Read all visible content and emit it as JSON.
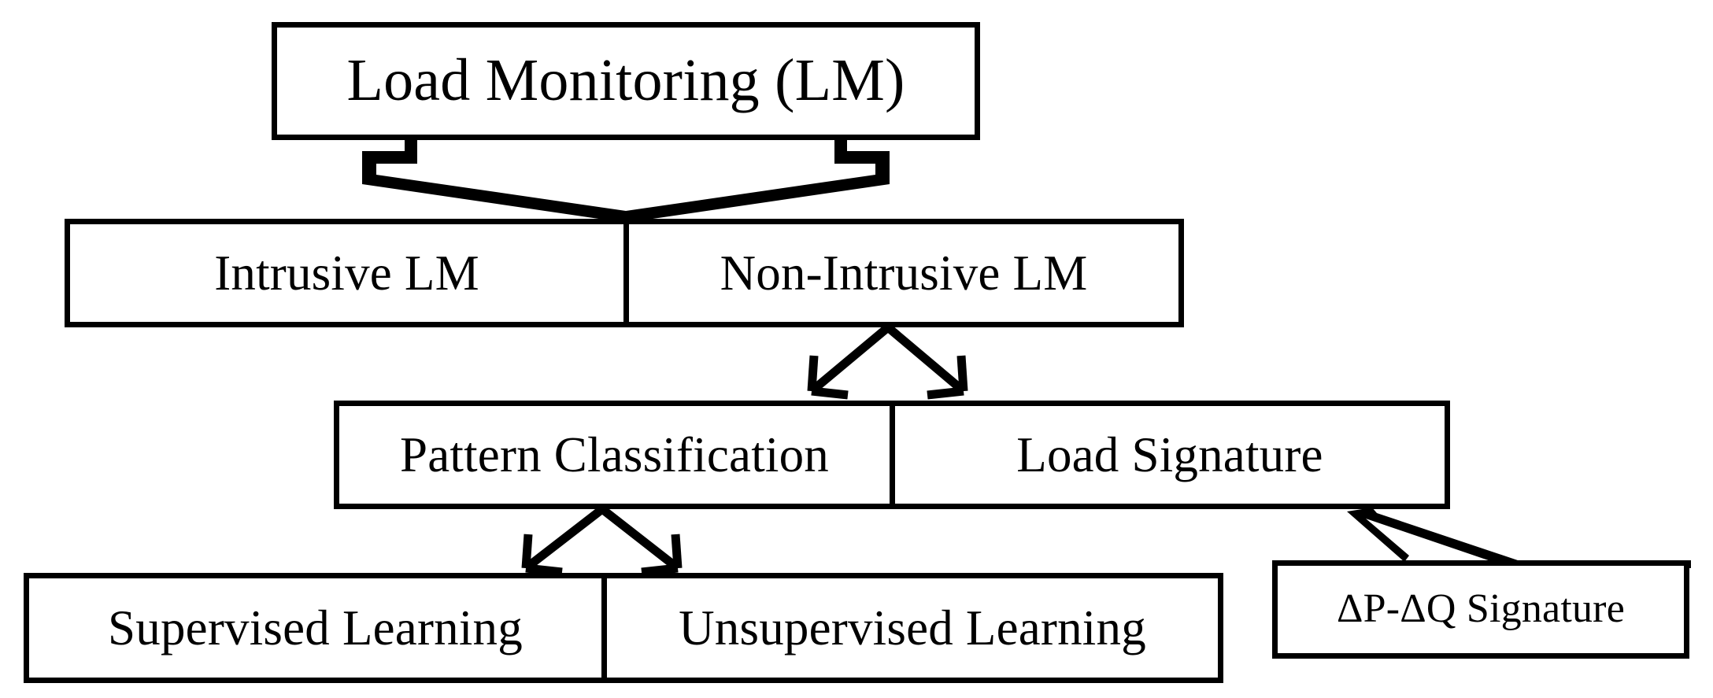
{
  "diagram": {
    "title_text": "Load Monitoring (LM)",
    "background_color": "#ffffff",
    "line_color": "#000000",
    "nodes": {
      "root": {
        "label": "Load Monitoring (LM)",
        "level": 1
      },
      "intrusive": {
        "label": "Intrusive LM",
        "level": 2
      },
      "non_intrusive": {
        "label": "Non-Intrusive LM",
        "level": 2
      },
      "pattern_classification": {
        "label": "Pattern Classification",
        "level": 3
      },
      "load_signature": {
        "label": "Load Signature",
        "level": 3
      },
      "supervised_learning": {
        "label": "Supervised Learning",
        "level": 4
      },
      "unsupervised_learning": {
        "label": "Unsupervised Learning",
        "level": 4
      },
      "dp_dq_signature": {
        "label": "ΔP-ΔQ Signature",
        "level": 4
      }
    },
    "connectors": [
      {
        "name": "root-to-level2-block-arrow",
        "from": "root",
        "to": "level-2",
        "style": "hollow-block-down-arrow"
      },
      {
        "name": "nonintrusive-to-pattern",
        "from": "non_intrusive",
        "to": "pattern_classification",
        "style": "open-arrowhead-line"
      },
      {
        "name": "nonintrusive-to-signature",
        "from": "non_intrusive",
        "to": "load_signature",
        "style": "open-arrowhead-line"
      },
      {
        "name": "pattern-to-supervised",
        "from": "pattern_classification",
        "to": "supervised_learning",
        "style": "open-arrowhead-line"
      },
      {
        "name": "pattern-to-unsupervised",
        "from": "pattern_classification",
        "to": "unsupervised_learning",
        "style": "open-arrowhead-line"
      },
      {
        "name": "signature-to-dpdq",
        "from": "load_signature",
        "to": "dp_dq_signature",
        "style": "hollow-bent-arrow"
      }
    ]
  }
}
